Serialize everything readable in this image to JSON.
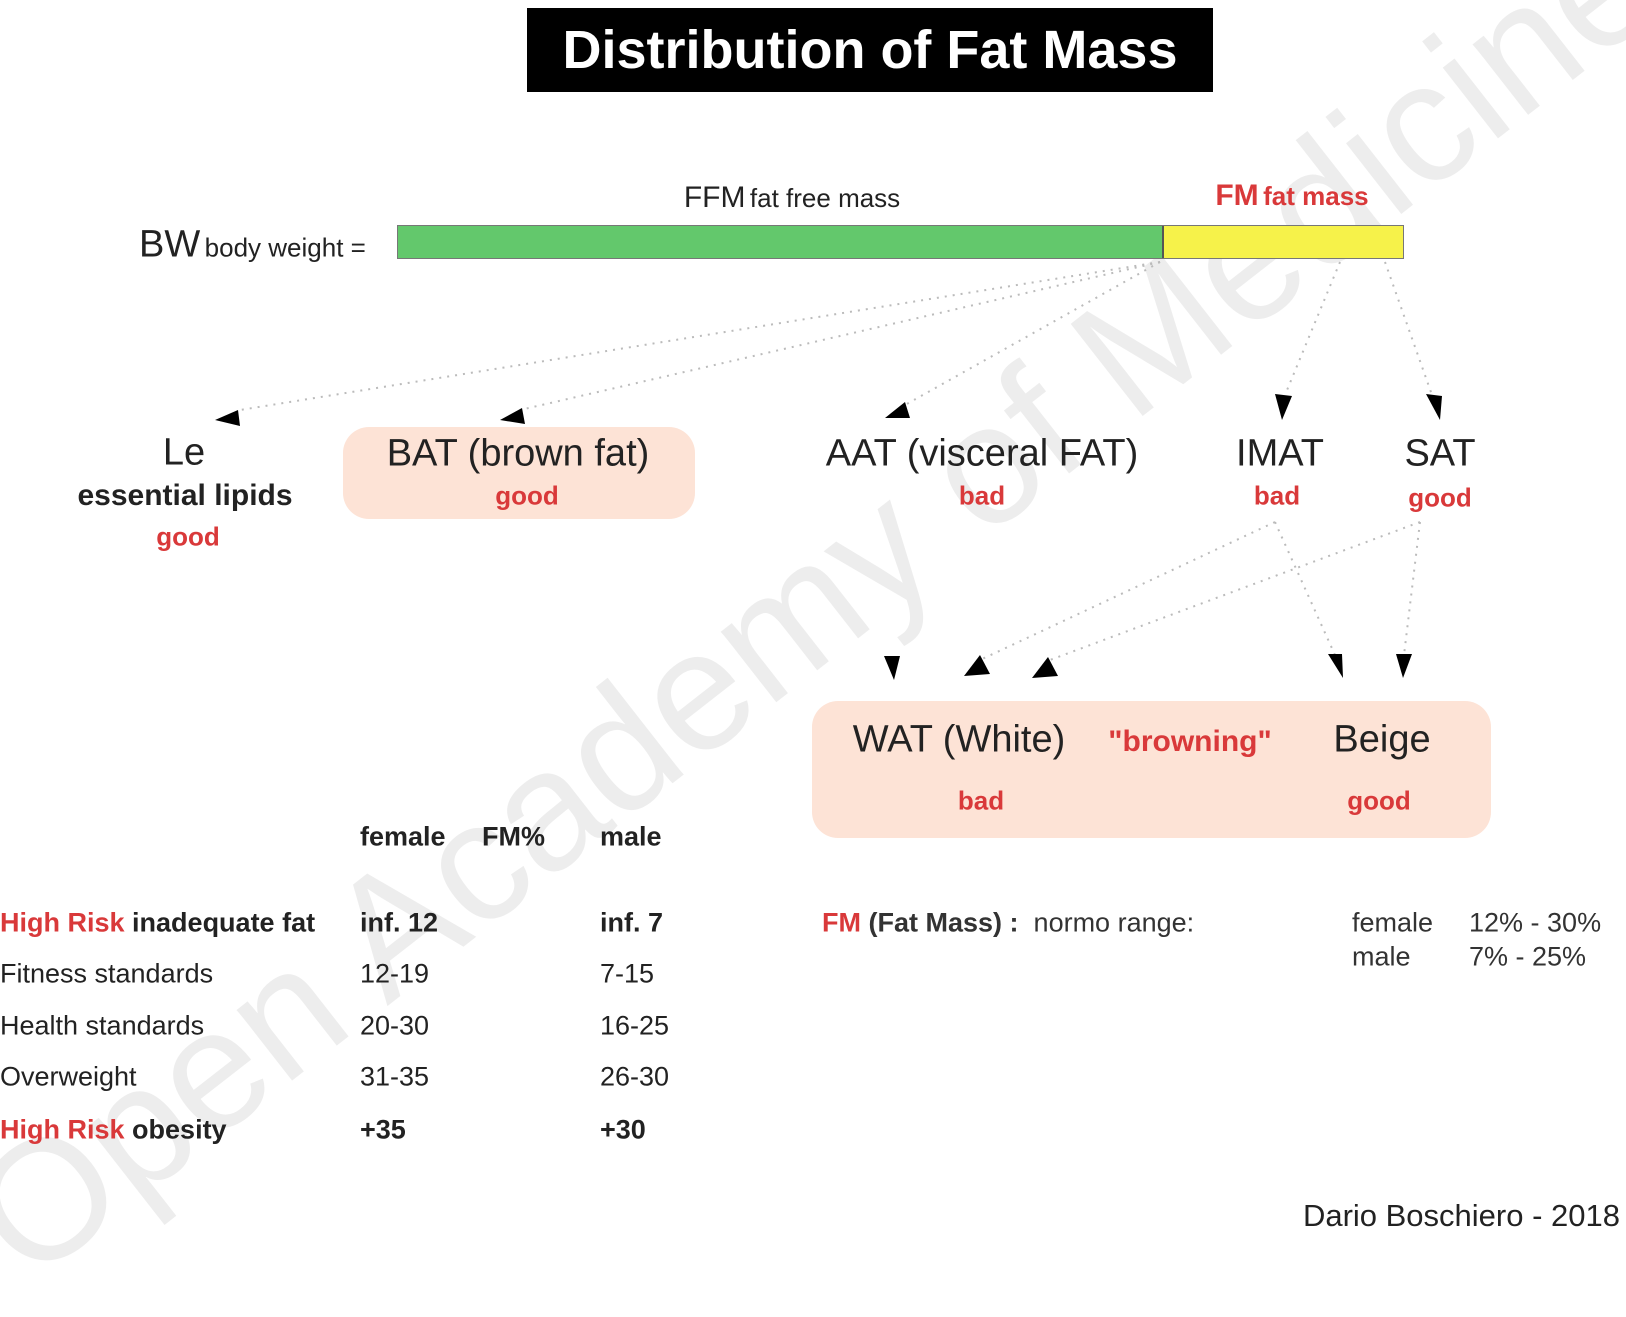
{
  "title": "Distribution of Fat Mass",
  "body_weight": {
    "abbr": "BW",
    "label": "body weight =",
    "ffm_abbr": "FFM",
    "ffm_label": "fat free mass",
    "fm_abbr": "FM",
    "fm_label": "fat mass",
    "ffm_fraction": 0.76,
    "colors": {
      "ffm": "#63c86c",
      "fm": "#f6f24a"
    }
  },
  "compartments": [
    {
      "name": "Le",
      "sub": "essential lipids",
      "rating": "good"
    },
    {
      "name": "BAT (brown fat)",
      "rating": "good"
    },
    {
      "name": "AAT (visceral FAT)",
      "rating": "bad"
    },
    {
      "name": "IMAT",
      "rating": "bad"
    },
    {
      "name": "SAT",
      "rating": "good"
    }
  ],
  "wat": {
    "name": "WAT (White)",
    "rating": "bad",
    "process": "\"browning\"",
    "beige": "Beige",
    "beige_rating": "good"
  },
  "table": {
    "headers": [
      "female",
      "FM%",
      "male"
    ],
    "rows": [
      {
        "risk": "High Risk",
        "label": "inadequate fat",
        "female": "inf. 12",
        "male": "inf. 7"
      },
      {
        "risk": "",
        "label": "Fitness standards",
        "female": "12-19",
        "male": "7-15"
      },
      {
        "risk": "",
        "label": "Health standards",
        "female": "20-30",
        "male": "16-25"
      },
      {
        "risk": "",
        "label": "Overweight",
        "female": "31-35",
        "male": "26-30"
      },
      {
        "risk": "High Risk",
        "label": "obesity",
        "female": "+35",
        "male": "+30"
      }
    ]
  },
  "normo": {
    "fm": "FM",
    "label": "(Fat Mass) :",
    "range_label": "normo range:",
    "female": "female",
    "female_range": "12% - 30%",
    "male": "male",
    "male_range": "7% - 25%"
  },
  "author": "Dario Boschiero - 2018",
  "watermark": "Open Academy of Medicine",
  "accent": "#d9393a"
}
